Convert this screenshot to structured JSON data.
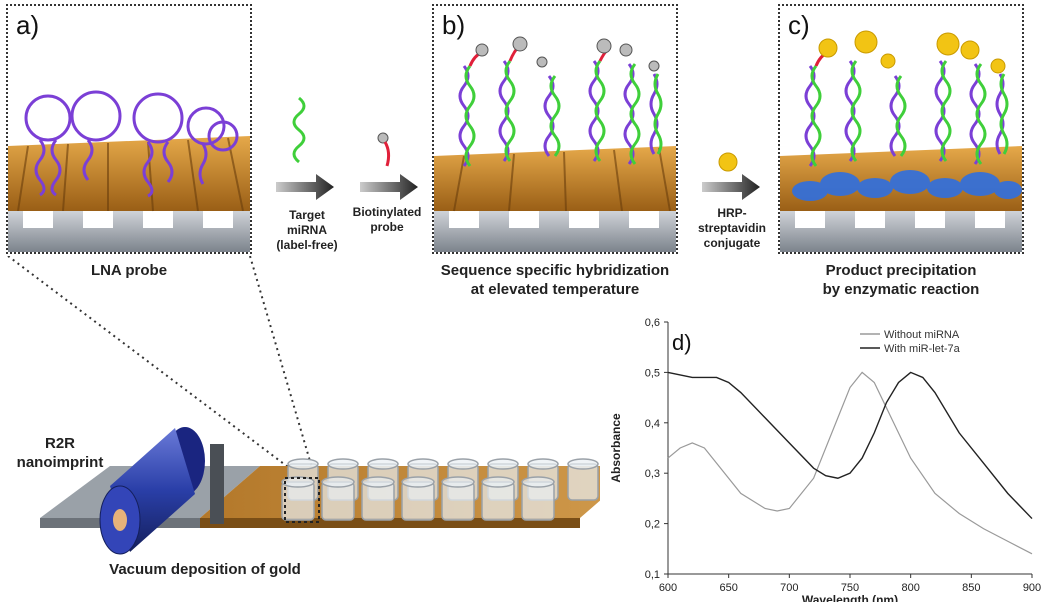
{
  "panels": {
    "a": {
      "letter": "a)",
      "caption": "LNA probe"
    },
    "b": {
      "letter": "b)",
      "caption_line1": "Sequence specific hybridization",
      "caption_line2": "at elevated temperature"
    },
    "c": {
      "letter": "c)",
      "caption_line1": "Product precipitation",
      "caption_line2": "by enzymatic reaction"
    }
  },
  "steps": {
    "target": {
      "line1": "Target",
      "line2": "miRNA",
      "line3": "(label-free)"
    },
    "biotin": {
      "line1": "Biotinylated",
      "line2": "probe"
    },
    "hrp": {
      "line1": "HRP-",
      "line2": "streptavidin",
      "line3": "conjugate"
    }
  },
  "fabrication": {
    "r2r_line1": "R2R",
    "r2r_line2": "nanoimprint",
    "vacuum_label": "Vacuum deposition of gold"
  },
  "colors": {
    "gold": "#c98a2a",
    "purple": "#7b3fd6",
    "green": "#3fcf3a",
    "red": "#e0203a",
    "blue_precipitate": "#2f6fe0",
    "roller_blue": "#2a3fa8",
    "yellow_bead": "#f2c414"
  },
  "chart_data": {
    "type": "line",
    "panel_letter": "d)",
    "xlabel": "Wavelength (nm)",
    "ylabel": "Absorbance",
    "xlim": [
      600,
      900
    ],
    "ylim": [
      0.1,
      0.6
    ],
    "x_ticks": [
      "600",
      "650",
      "700",
      "750",
      "800",
      "850",
      "900"
    ],
    "y_ticks": [
      "0,1",
      "0,2",
      "0,3",
      "0,4",
      "0,5",
      "0,6"
    ],
    "grid": false,
    "legend_position": "top-right",
    "series": [
      {
        "name": "Without miRNA",
        "color": "#9a9a9a",
        "x": [
          600,
          610,
          620,
          630,
          640,
          660,
          680,
          690,
          700,
          720,
          740,
          750,
          760,
          770,
          780,
          800,
          820,
          840,
          860,
          880,
          900
        ],
        "y": [
          0.33,
          0.35,
          0.36,
          0.35,
          0.32,
          0.26,
          0.23,
          0.225,
          0.23,
          0.29,
          0.41,
          0.47,
          0.5,
          0.48,
          0.43,
          0.33,
          0.26,
          0.22,
          0.19,
          0.165,
          0.14
        ]
      },
      {
        "name": "With miR-let-7a",
        "color": "#222222",
        "x": [
          600,
          620,
          640,
          650,
          660,
          680,
          700,
          720,
          730,
          740,
          750,
          760,
          770,
          780,
          790,
          800,
          810,
          820,
          840,
          860,
          880,
          900
        ],
        "y": [
          0.5,
          0.49,
          0.49,
          0.48,
          0.46,
          0.41,
          0.36,
          0.31,
          0.295,
          0.29,
          0.3,
          0.33,
          0.38,
          0.44,
          0.48,
          0.5,
          0.49,
          0.46,
          0.38,
          0.32,
          0.26,
          0.21
        ]
      }
    ]
  }
}
